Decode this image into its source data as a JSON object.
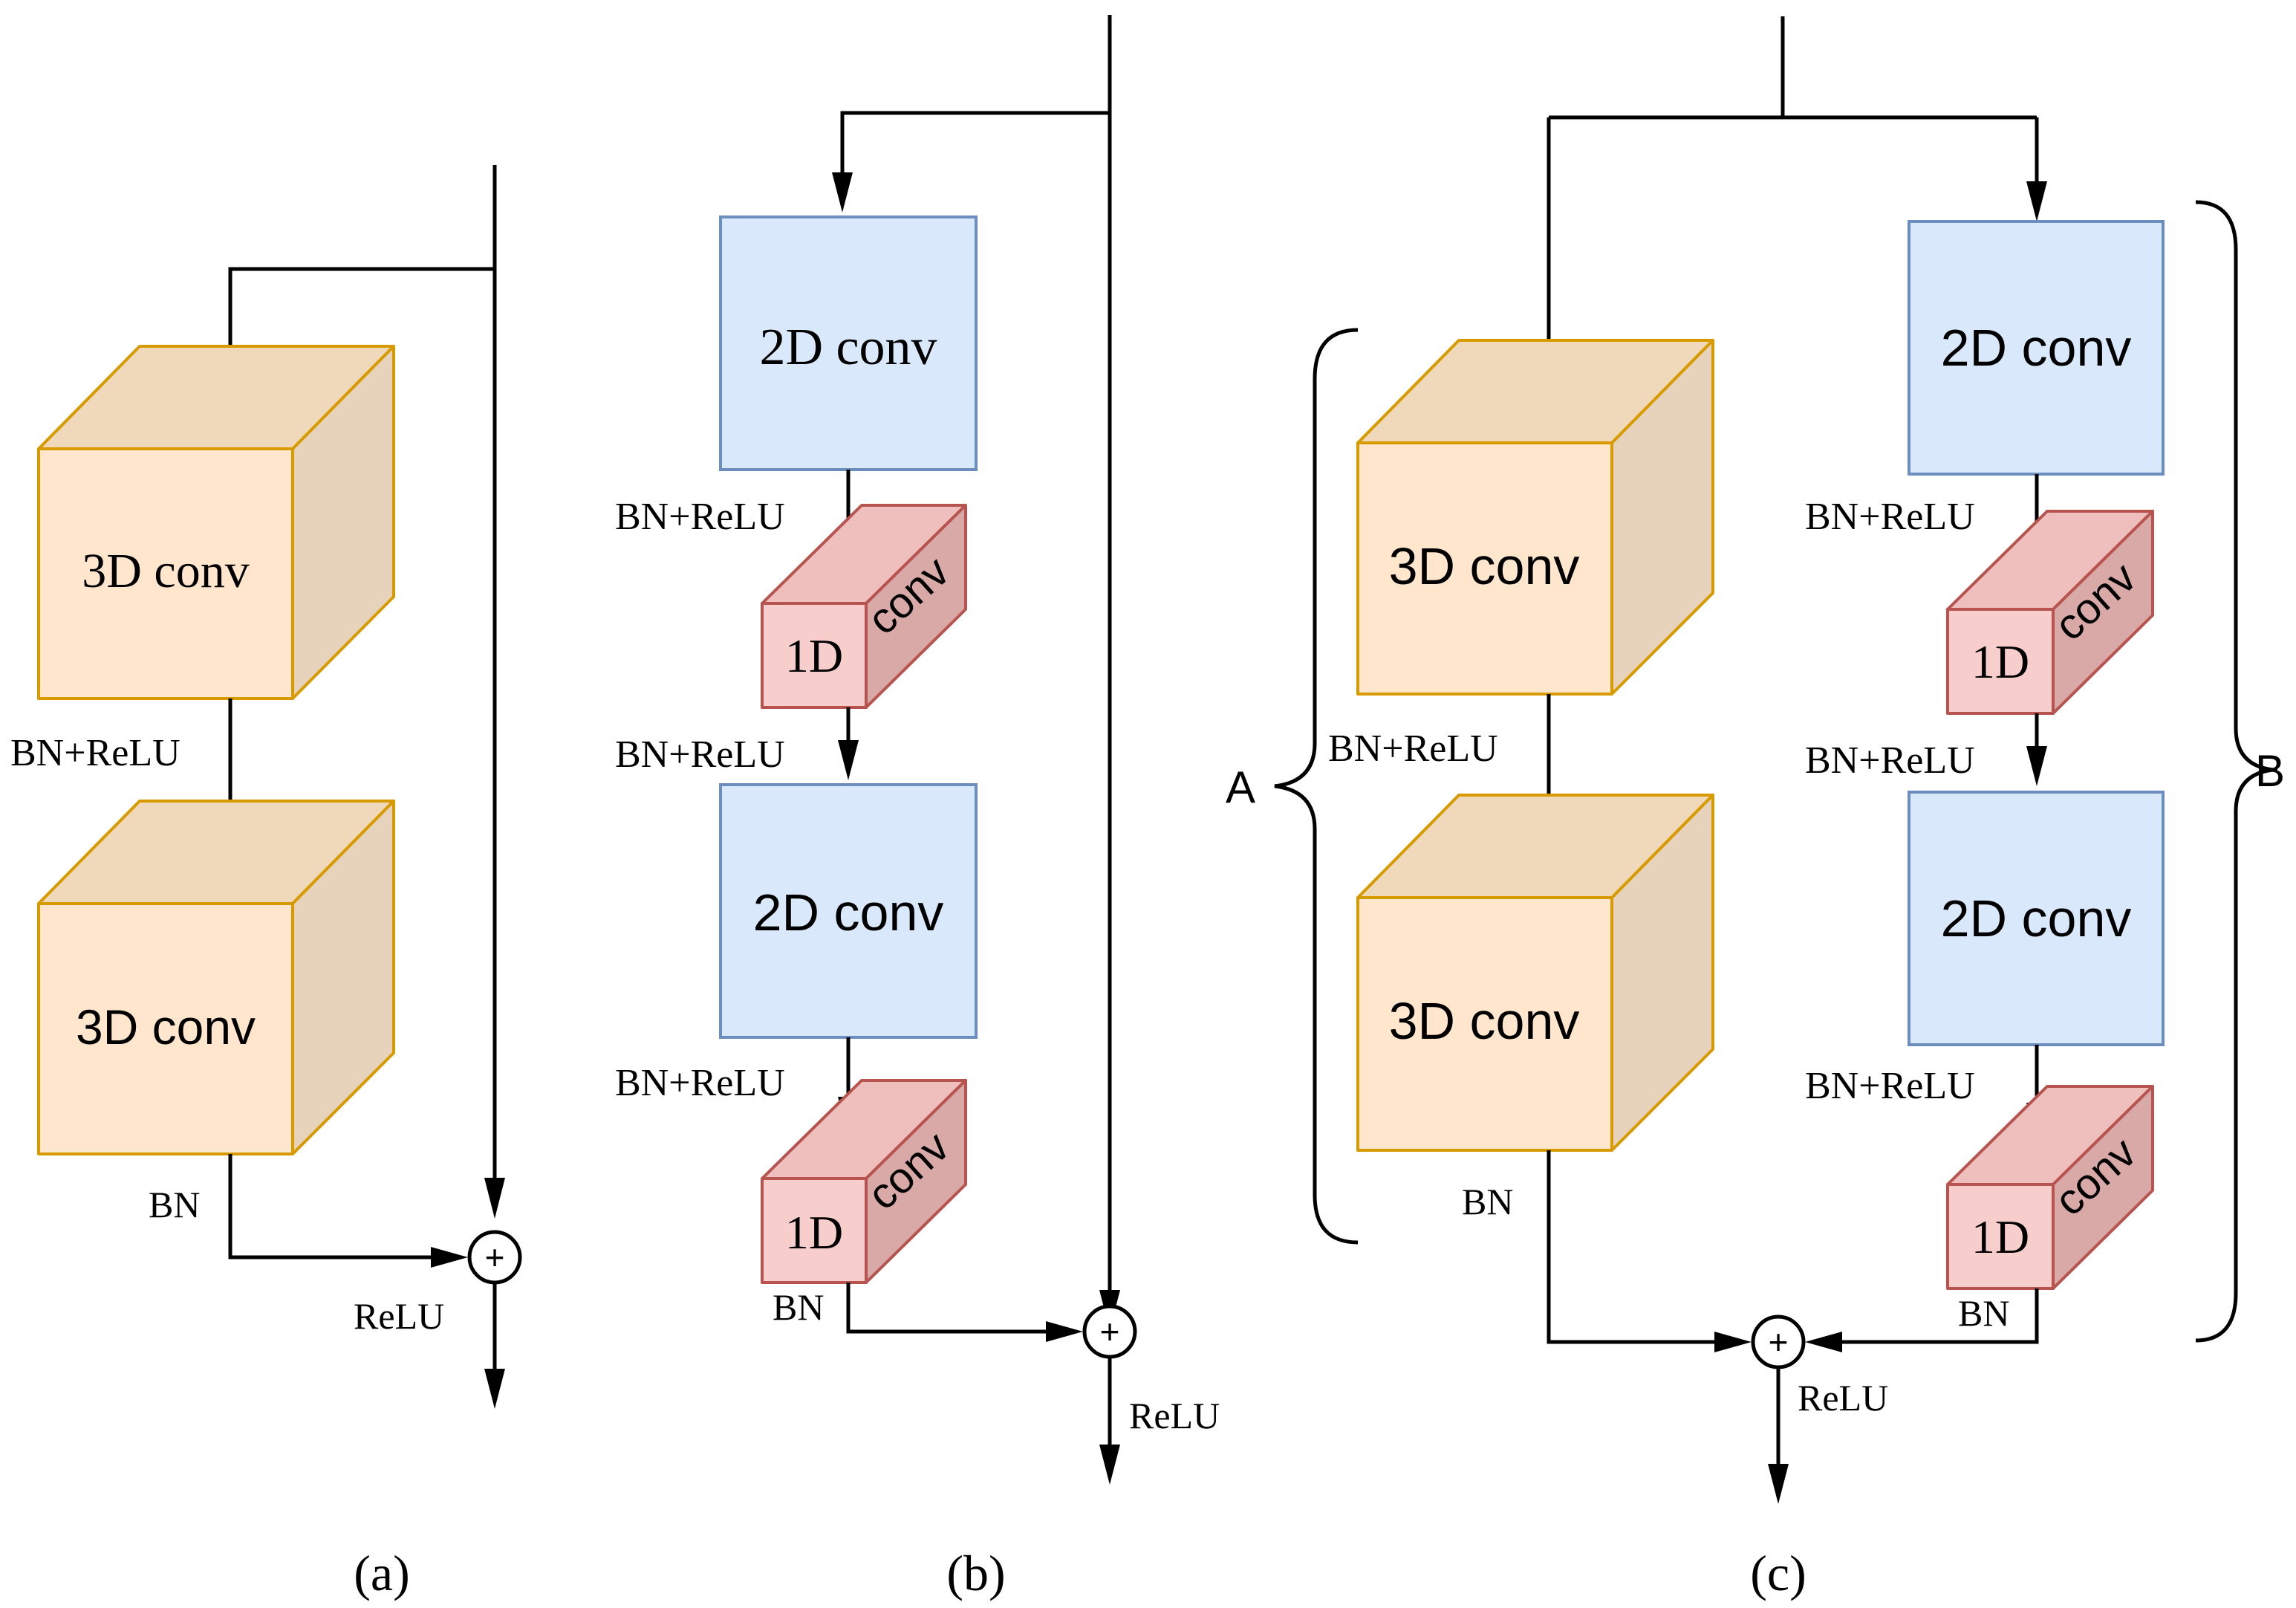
{
  "colors": {
    "conv3d_fill": "#FFE6CC",
    "conv3d_stroke": "#D79B00",
    "conv2d_fill": "#DAE8FC",
    "conv2d_stroke": "#6C8EBF",
    "conv1d_fill": "#F8CECC",
    "conv1d_stroke": "#B85450"
  },
  "panel_a": {
    "block_top": "3D conv",
    "block_bottom": "3D conv",
    "label_bn_relu": "BN+ReLU",
    "label_bn": "BN",
    "label_relu": "ReLU",
    "caption": "(a)"
  },
  "panel_b": {
    "block1": "2D conv",
    "label_bn_relu_1": "BN+ReLU",
    "block2_prefix": "1D",
    "block2_suffix": "conv",
    "label_bn_relu_2": "BN+ReLU",
    "block3": "2D conv",
    "label_bn_relu_3": "BN+ReLU",
    "block4_prefix": "1D",
    "block4_suffix": "conv",
    "label_bn": "BN",
    "label_relu": "ReLU",
    "caption": "(b)"
  },
  "panel_c": {
    "left_top": "3D conv",
    "left_label_bn_relu": "BN+ReLU",
    "left_bottom": "3D conv",
    "left_label_bn": "BN",
    "right_block1": "2D conv",
    "right_label_bn_relu_1": "BN+ReLU",
    "right_block2_prefix": "1D",
    "right_block2_suffix": "conv",
    "right_label_bn_relu_2": "BN+ReLU",
    "right_block3": "2D conv",
    "right_label_bn_relu_3": "BN+ReLU",
    "right_block4_prefix": "1D",
    "right_block4_suffix": "conv",
    "right_label_bn": "BN",
    "label_relu": "ReLU",
    "brace_left_label": "A",
    "brace_right_label": "B",
    "caption": "(c)"
  },
  "sum_symbol": "+"
}
